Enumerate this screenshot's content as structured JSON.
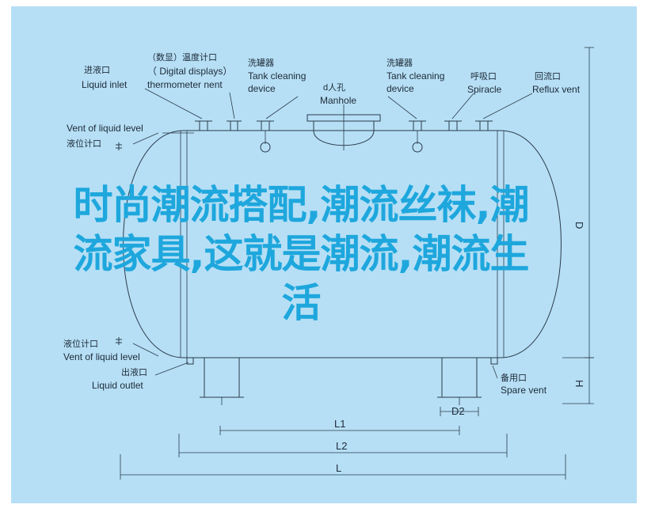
{
  "labels": {
    "liquid_inlet_cn": "进液口",
    "liquid_inlet_en": "Liquid inlet",
    "thermometer_cn": "（数显）温度计口",
    "thermometer_en": "（ Digital displays）",
    "thermometer_en2": "thermometer nent",
    "tank_clean_left_cn": "洗罐器",
    "tank_clean_left_en": "Tank cleaning",
    "tank_clean_left_en2": "device",
    "manhole_cn": "d人孔",
    "manhole_en": "Manhole",
    "tank_clean_right_cn": "洗罐器",
    "tank_clean_right_en": "Tank cleaning",
    "tank_clean_right_en2": "device",
    "spiracle_cn": "呼吸口",
    "spiracle_en": "Spiracle",
    "reflux_cn": "回流口",
    "reflux_en": "Reflux vent",
    "vent_level_top_en": "Vent of liquid level",
    "vent_level_top_cn": "液位计口",
    "vent_level_bottom_cn": "液位计口",
    "vent_level_bottom_en": "Vent of liquid level",
    "liquid_outlet_cn": "出液口",
    "liquid_outlet_en": "Liquid outlet",
    "spare_cn": "备用口",
    "spare_en": "Spare vent"
  },
  "dimensions": {
    "d2": "D2",
    "l1": "L1",
    "l2": "L2",
    "l": "L",
    "h": "H",
    "d": "D"
  },
  "overlay": {
    "line1": "时尚潮流搭配,潮流丝袜,潮",
    "line2": "流家具,这就是潮流,潮流生",
    "line3": "活"
  },
  "colors": {
    "panel": "#b6dff5",
    "line": "#2b3b4c",
    "overlay_text": "#1ea7dd"
  }
}
